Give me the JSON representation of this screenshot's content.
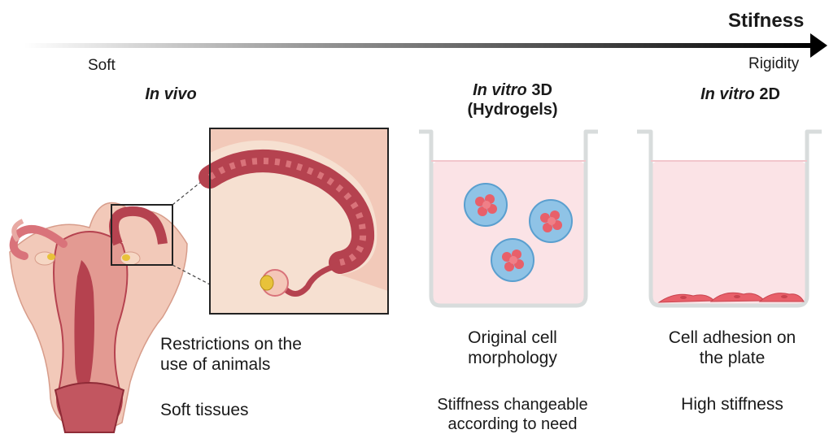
{
  "axis": {
    "title": "Stifness",
    "left_label": "Soft",
    "right_label": "Rigidity"
  },
  "columns": {
    "in_vivo": {
      "heading_italic": "In vivo",
      "note1": "Restrictions on the\nuse of animals",
      "note2": "Soft tissues"
    },
    "vitro_3d": {
      "heading_italic": "In vitro",
      "heading_rest": " 3D",
      "heading_line2": "(Hydrogels)",
      "note1": "Original cell\nmorphology",
      "note2": "Stiffness changeable\naccording to need"
    },
    "vitro_2d": {
      "heading_italic": "In vitro",
      "heading_rest": " 2D",
      "note1": "Cell adhesion on\nthe plate",
      "note2": "High stiffness"
    }
  },
  "colors": {
    "tissue_dark": "#b5424f",
    "tissue_mid": "#d9737a",
    "tissue_light": "#f2c9b9",
    "medium_pink": "#fbe3e6",
    "hydrogel_blue": "#8fc3e6",
    "cell_red": "#e8606a"
  }
}
